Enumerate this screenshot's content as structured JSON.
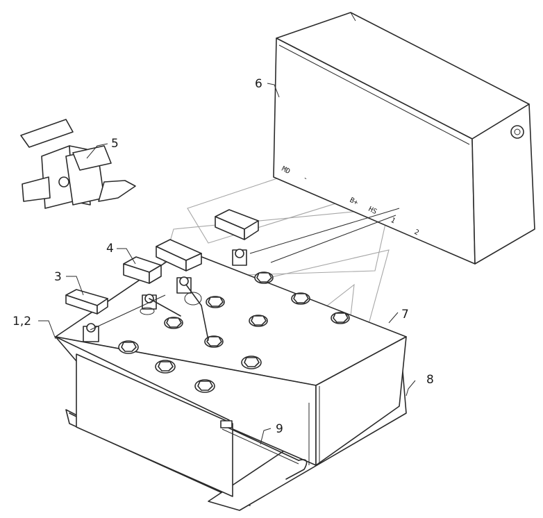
{
  "callouts": {
    "c1": "1,2",
    "c3": "3",
    "c4": "4",
    "c5": "5",
    "c6": "6",
    "c7": "7",
    "c8": "8",
    "c9": "9"
  },
  "box_terminals": {
    "md": "MD",
    "minus": "-",
    "b": "B+",
    "hs": "HS",
    "one": "1",
    "two": "2"
  }
}
